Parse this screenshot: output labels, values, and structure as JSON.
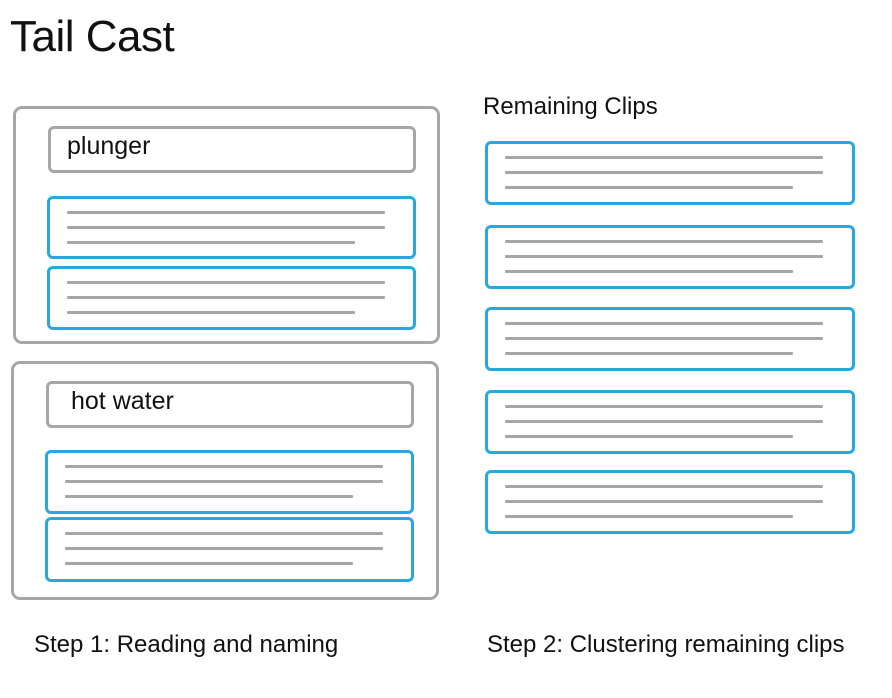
{
  "title": "Tail Cast",
  "colors": {
    "group_border": "#a6a6a8",
    "clip_border": "#29a8e0",
    "text_line": "#a6a6a8"
  },
  "step1": {
    "groups": [
      {
        "label": "plunger",
        "clip_count": 2
      },
      {
        "label": "hot water",
        "clip_count": 2
      }
    ],
    "caption": "Step 1: Reading and naming"
  },
  "step2": {
    "heading": "Remaining Clips",
    "clip_count": 5,
    "caption": "Step 2: Clustering remaining clips"
  }
}
